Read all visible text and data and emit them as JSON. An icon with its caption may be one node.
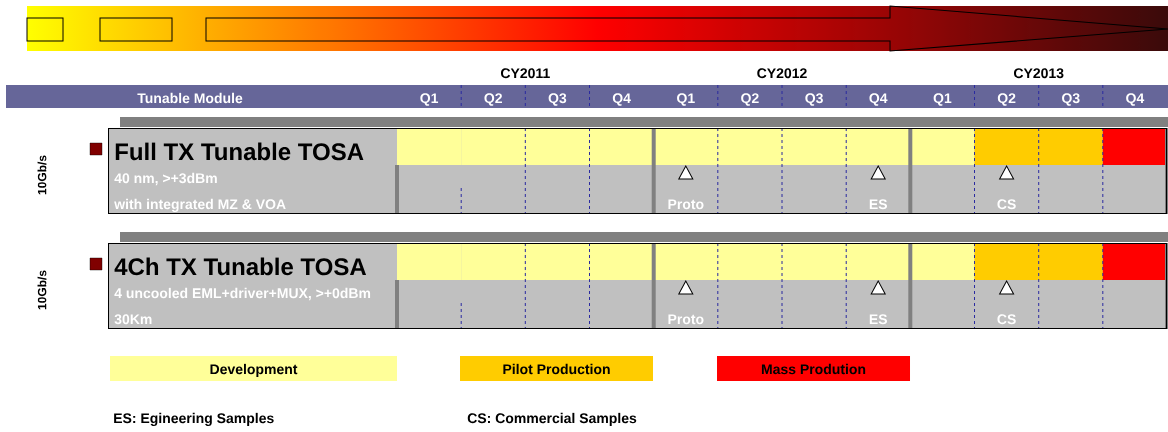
{
  "diagram": {
    "nodes": [
      {
        "text": [
          "Full TX Tunable  TOSA",
          "40 nm, >+3dBm",
          "with integrated MZ & VOA"
        ]
      },
      {
        "text": [
          "4Ch TX Tunable  TOSA",
          "4 uncooled EML+driver+MUX, >+0dBm",
          "30Km"
        ]
      }
    ],
    "labels": [
      "CY2011",
      "CY2012",
      "CY2013",
      "Tunable Module",
      "Q1",
      "Q2",
      "Q3",
      "Q4",
      "Q1",
      "Q2",
      "Q3",
      "Q4",
      "Q1",
      "Q2",
      "Q3",
      "Q4",
      "10Gb/s",
      "Proto",
      "ES",
      "CS",
      "10Gb/s",
      "Proto",
      "ES",
      "CS",
      "ES: Egineering Samples",
      "CS: Commercial Samples"
    ],
    "legend": [
      {
        "text": "Development",
        "color": "#ffff99"
      },
      {
        "text": "Pilot Production",
        "color": "#ffcc00"
      },
      {
        "text": "Mass Prodution",
        "color": "#ff0000"
      }
    ]
  }
}
